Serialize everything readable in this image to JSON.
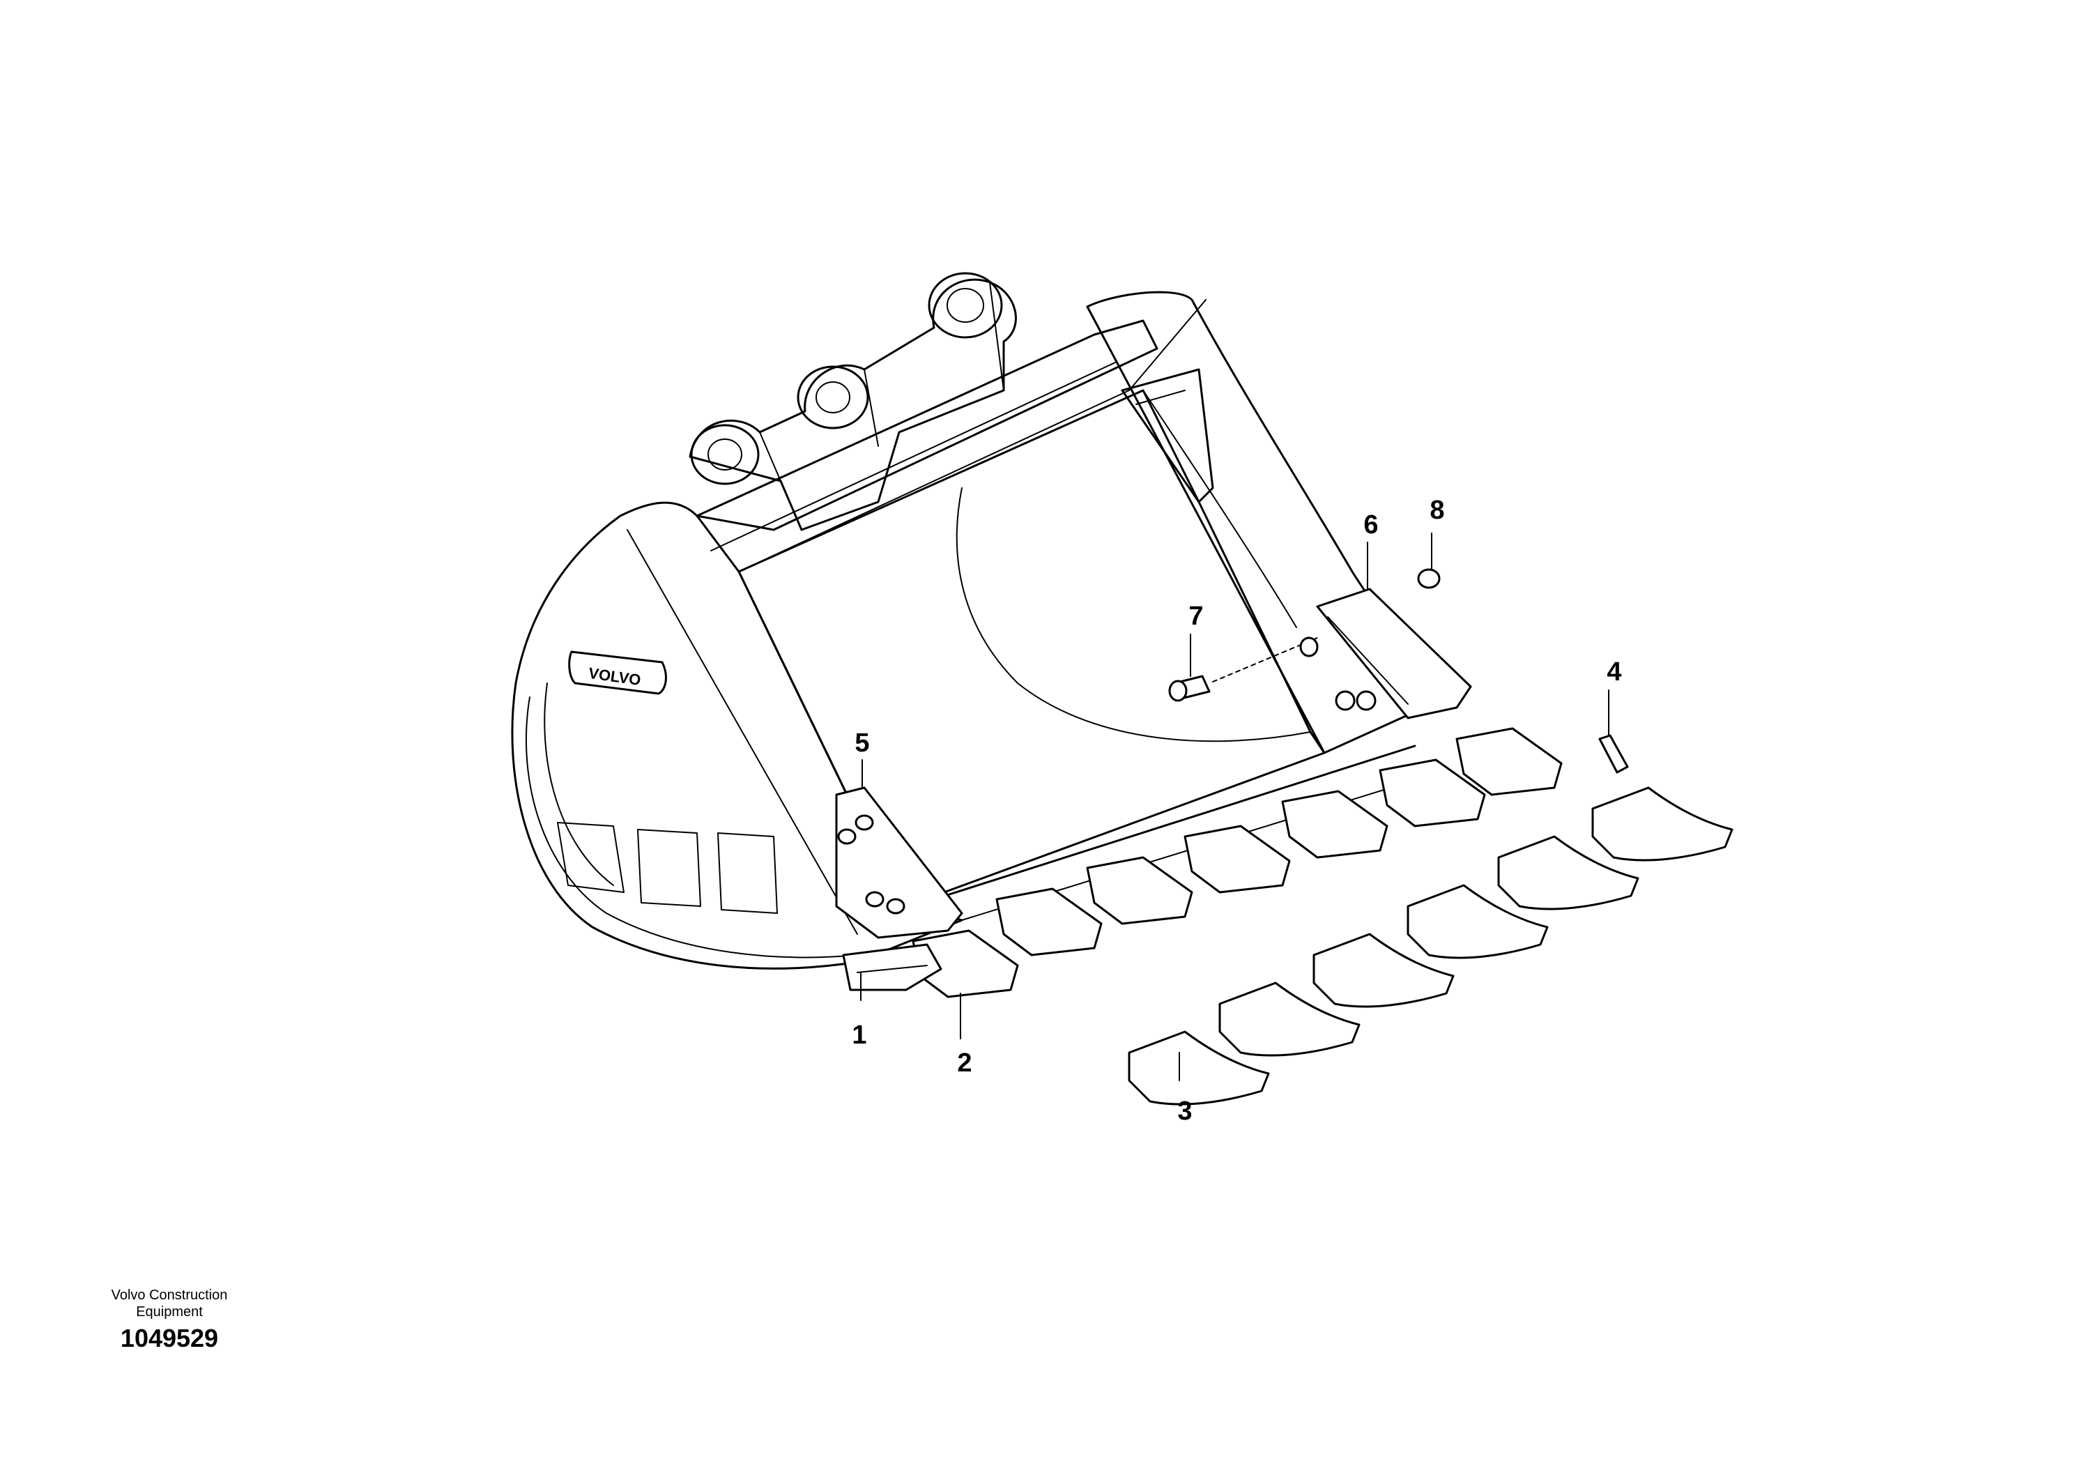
{
  "diagram": {
    "callouts": [
      {
        "id": "1",
        "label": "1"
      },
      {
        "id": "2",
        "label": "2"
      },
      {
        "id": "3",
        "label": "3"
      },
      {
        "id": "4",
        "label": "4"
      },
      {
        "id": "5",
        "label": "5"
      },
      {
        "id": "6",
        "label": "6"
      },
      {
        "id": "7",
        "label": "7"
      },
      {
        "id": "8",
        "label": "8"
      }
    ],
    "logo_text": "VOLVO"
  },
  "footer": {
    "company_line1": "Volvo Construction",
    "company_line2": "Equipment",
    "drawing_number": "1049529"
  }
}
